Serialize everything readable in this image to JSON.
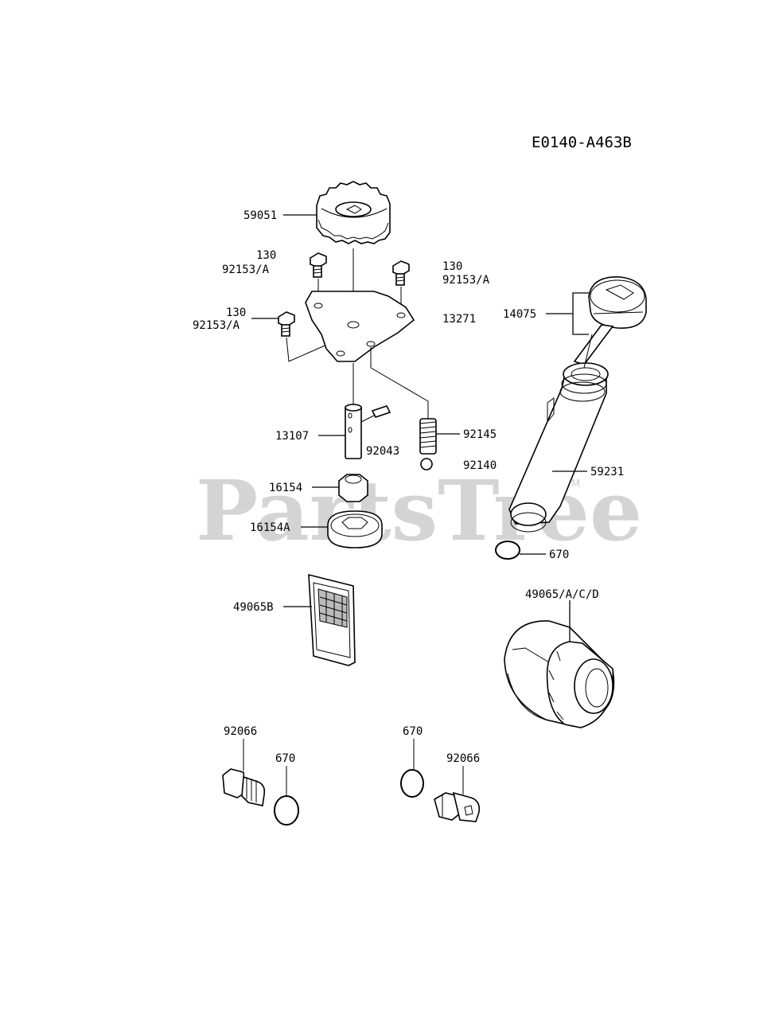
{
  "diagram_code": "E0140-A463B",
  "watermark": {
    "text": "PartsTree",
    "trademark": "TM"
  },
  "labels": {
    "gear": "59051",
    "bolt_left_top_qty": "130",
    "bolt_left_top_part": "92153/A",
    "bolt_right_top_qty": "130",
    "bolt_right_top_part": "92153/A",
    "bolt_left_mid_qty": "130",
    "bolt_left_mid_part": "92153/A",
    "plate": "13271",
    "dipstick": "14075",
    "shaft": "13107",
    "pin": "92043",
    "spring": "92145",
    "ball": "92140",
    "tube": "59231",
    "inner_rotor": "16154",
    "outer_rotor": "16154A",
    "tube_oring": "670",
    "screen": "49065B",
    "oil_filter": "49065/A/C/D",
    "drain_plug_left": "92066",
    "oring_left": "670",
    "oring_right": "670",
    "drain_plug_right": "92066"
  }
}
